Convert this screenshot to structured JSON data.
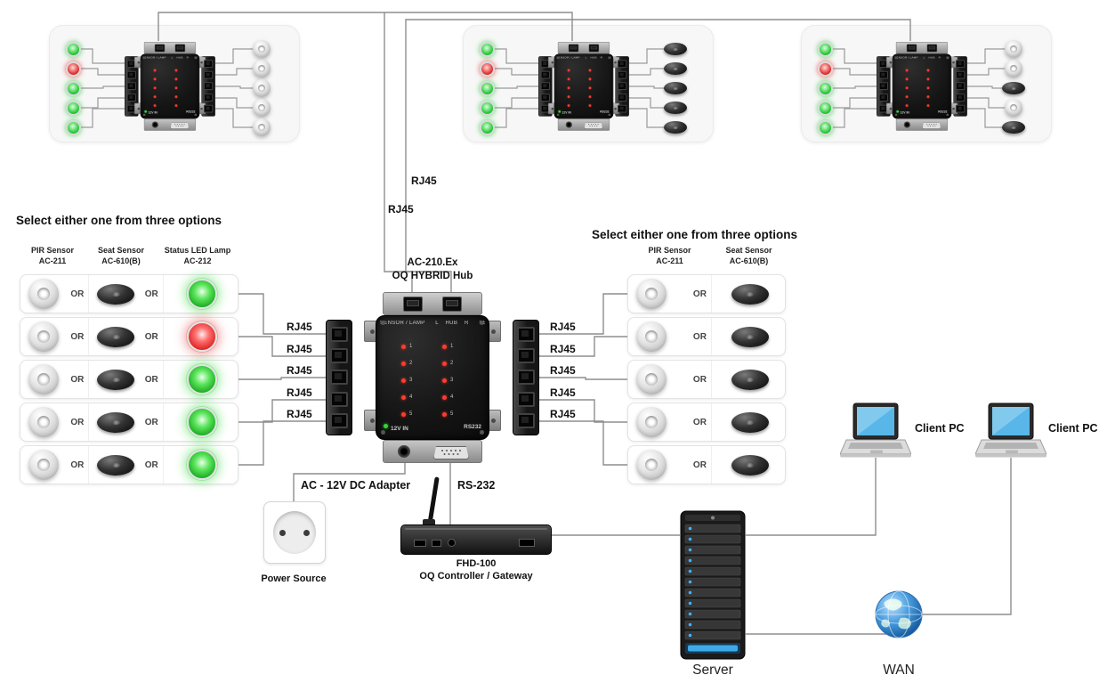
{
  "labels": {
    "rj45": "RJ45",
    "or": "OR",
    "select": "Select either one from three options",
    "ac_adapter": "AC - 12V DC Adapter",
    "rs232": "RS-232"
  },
  "columns": {
    "pir": {
      "l1": "PIR Sensor",
      "l2": "AC-211"
    },
    "seat": {
      "l1": "Seat Sensor",
      "l2": "AC-610(B)"
    },
    "lamp": {
      "l1": "Status LED Lamp",
      "l2": "AC-212"
    }
  },
  "hub": {
    "title1": "AC-210.Ex",
    "title2": "OQ HYBRID Hub",
    "port_strip": "SENSOR / LAMP      L    HUB    R      SENSOR",
    "channels": [
      "1",
      "2",
      "3",
      "4",
      "5"
    ],
    "power_label": "12V IN",
    "serial_label": "RS232"
  },
  "left_rows": [
    {
      "lamp": "green"
    },
    {
      "lamp": "red"
    },
    {
      "lamp": "green"
    },
    {
      "lamp": "green"
    },
    {
      "lamp": "green"
    }
  ],
  "panels": [
    {
      "leds": [
        "green",
        "red",
        "green",
        "green",
        "green"
      ],
      "sensors": [
        "dome",
        "dome",
        "dome",
        "dome",
        "dome"
      ]
    },
    {
      "leds": [
        "green",
        "red",
        "green",
        "green",
        "green"
      ],
      "sensors": [
        "seat",
        "seat",
        "seat",
        "seat",
        "seat"
      ]
    },
    {
      "leds": [
        "green",
        "red",
        "green",
        "green",
        "green"
      ],
      "sensors": [
        "dome",
        "dome",
        "seat",
        "dome",
        "seat"
      ]
    }
  ],
  "devices": {
    "power_source": "Power Source",
    "controller_line1": "FHD-100",
    "controller_line2": "OQ Controller / Gateway",
    "server": "Server",
    "wan": "WAN",
    "client_pc": "Client PC"
  },
  "colors": {
    "accent_blue": "#4aa8e0",
    "led_green": "#2ecc40",
    "led_red": "#e53935"
  }
}
